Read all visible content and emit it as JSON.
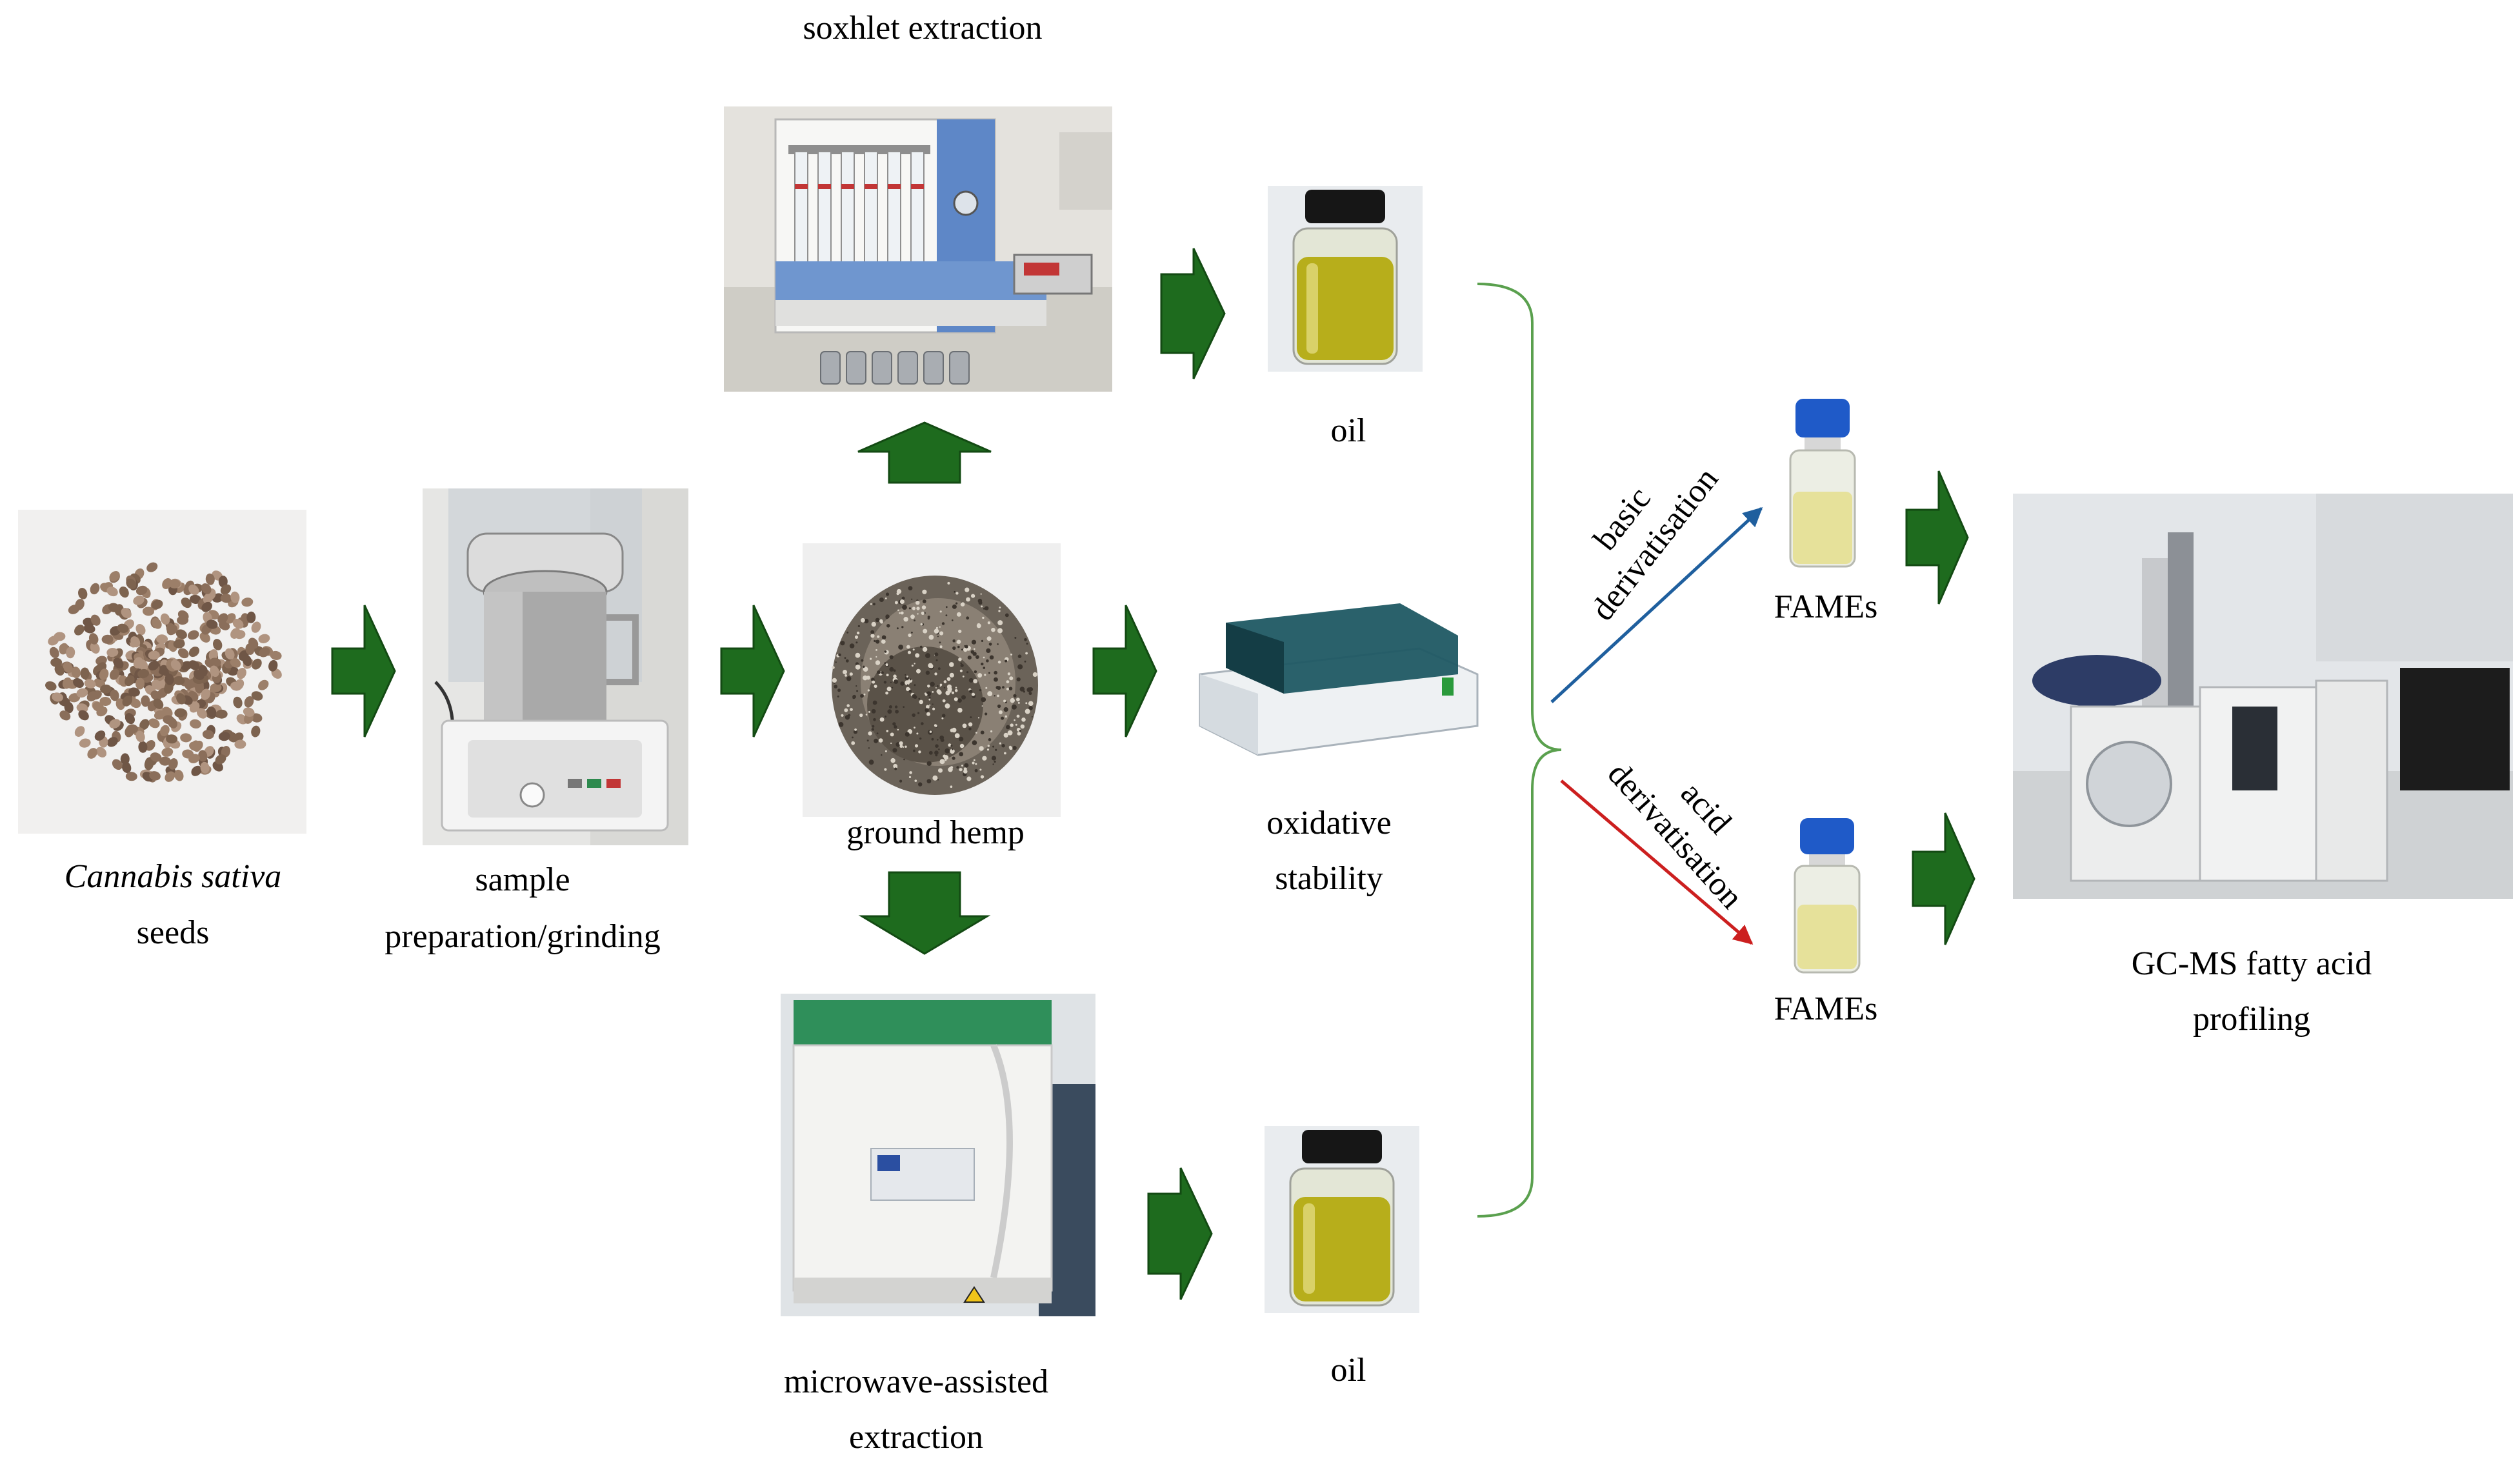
{
  "colors": {
    "arrow_green": "#1e6b1e",
    "arrow_green_edge": "#134a13",
    "bracket_green": "#5aa04e",
    "basic_arrow_blue": "#1f5f9e",
    "acid_arrow_red": "#cc1f1f",
    "oil_yellow": "#b9b21c"
  },
  "icons": {
    "flow_arrow": "green-block-arrow-icon",
    "bracket": "curly-bracket-icon"
  },
  "labels": {
    "seeds_italic": "Cannabis sativa",
    "seeds": "seeds",
    "grinding_line1": "sample",
    "grinding_line2": "preparation/grinding",
    "ground": "ground hemp",
    "soxhlet": "soxhlet extraction",
    "oil_top": "oil",
    "oxidative_line1": "oxidative",
    "oxidative_line2": "stability",
    "microwave_line1": "microwave-assisted",
    "microwave_line2": "extraction",
    "oil_bottom": "oil",
    "basic_line1": "basic",
    "basic_line2": "derivatisation",
    "acid_line1": "acid",
    "acid_line2": "derivatisation",
    "fames_top": "FAMEs",
    "fames_bottom": "FAMEs",
    "gcms_line1": "GC-MS fatty acid",
    "gcms_line2": "profiling"
  }
}
